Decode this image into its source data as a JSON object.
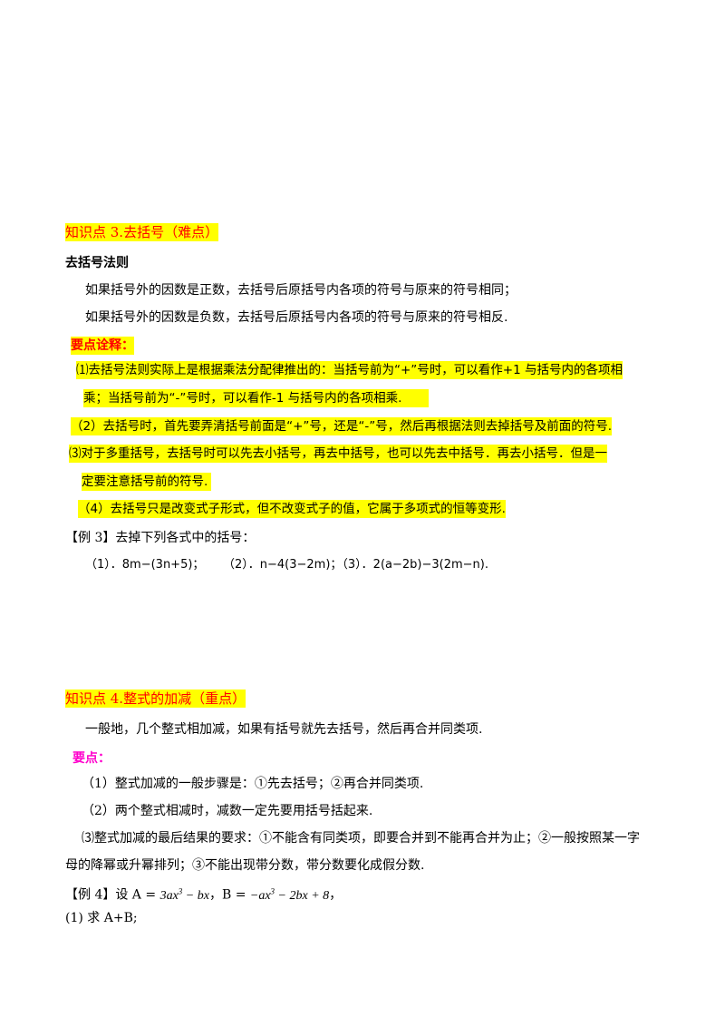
{
  "section3": {
    "title": "知识点 3.去括号（难点）",
    "rule_heading": "去括号法则",
    "rules": [
      "如果括号外的因数是正数，去括号后原括号内各项的符号与原来的符号相同；",
      "如果括号外的因数是负数，去括号后原括号内各项的符号与原来的符号相反."
    ],
    "notes_heading": "要点诠释：",
    "notes": [
      "⑴去括号法则实际上是根据乘法分配律推出的：当括号前为“+”号时，可以看作+1 与括号内的各项相",
      "乘；当括号前为“-”号时，可以看作-1 与括号内的各项相乘.",
      "（2）去括号时，首先要弄清括号前面是“+”号，还是“-”号，然后再根据法则去掉括号及前面的符号.",
      "⑶对于多重括号，去括号时可以先去小括号，再去中括号，也可以先去中括号．再去小括号．但是一",
      "定要注意括号前的符号.",
      "（4）去括号只是改变式子形式，但不改变式子的值，它属于多项式的恒等变形."
    ],
    "example_label": "【例 3】",
    "example_text": "去掉下列各式中的括号：",
    "example_items": [
      "（1）．8m−(3n+5)；",
      "（2）．n−4(3−2m)；（3）．2(a−2b)−3(2m−n)."
    ]
  },
  "section4": {
    "title": "知识点 4.整式的加减（重点）",
    "intro": "一般地，几个整式相加减，如果有括号就先去括号，然后再合并同类项.",
    "points_heading": "要点：",
    "points": [
      "（1）整式加减的一般步骤是：①先去括号；②再合并同类项.",
      "（2）两个整式相减时，减数一定先要用括号括起来.",
      "⑶整式加减的最后结果的要求：①不能含有同类项，即要合并到不能再合并为止；②一般按照某一字",
      "母的降幂或升幂排列；③不能出现带分数，带分数要化成假分数."
    ],
    "example_label": "【例 4】",
    "example_lead": "设 A =",
    "expr_a": {
      "coef": "3",
      "var": "ax",
      "exp": "3",
      "rest": " − bx"
    },
    "sep": "，B =",
    "expr_b": {
      "coef": "−",
      "var": "ax",
      "exp": "3",
      "rest": " − 2bx + 8"
    },
    "tail": "，",
    "question": "(1) 求 A+B;"
  }
}
